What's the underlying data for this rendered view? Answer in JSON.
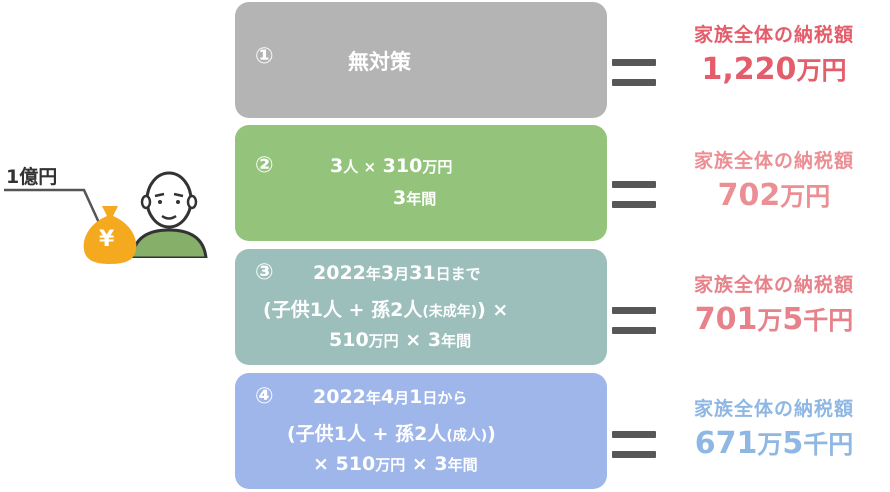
{
  "person": {
    "amount_label": "1億円",
    "bag_symbol": "¥"
  },
  "colors": {
    "box1": "#b4b4b4",
    "box2": "#94c47c",
    "box3": "#9cbfbc",
    "box4": "#9eb6ea",
    "result1": "#e35d6a",
    "result2": "#ec8f95",
    "result3": "#e7828a",
    "result4": "#8fb7e4",
    "equals": "#575757",
    "bag": "#f4a91f"
  },
  "options": [
    {
      "number": "①",
      "title": "無対策",
      "result_label": "家族全体の納税額",
      "result_value": "1,220",
      "result_unit": "万円"
    },
    {
      "number": "②",
      "line1_a": "3",
      "line1_b": "人 ×",
      "line1_c": " 310",
      "line1_d": "万円",
      "line2_a": "3",
      "line2_b": "年間",
      "result_label": "家族全体の納税額",
      "result_value": "702",
      "result_unit": "万円"
    },
    {
      "number": "③",
      "line1_a": "2022",
      "line1_b": "年",
      "line1_c": "3",
      "line1_d": "月",
      "line1_e": "31",
      "line1_f": "日まで",
      "line2_a": "(子供",
      "line2_b": "1",
      "line2_c": "人 + 孫",
      "line2_d": "2",
      "line2_e": "人",
      "line2_f": "(未成年)",
      "line2_g": ") ×",
      "line3_a": "510",
      "line3_b": "万円",
      "line3_c": " × ",
      "line3_d": "3",
      "line3_e": "年間",
      "result_label": "家族全体の納税額",
      "result_value_a": "701",
      "result_unit_a": "万",
      "result_value_b": "5",
      "result_unit_b": "千円"
    },
    {
      "number": "④",
      "line1_a": "2022",
      "line1_b": "年",
      "line1_c": "4",
      "line1_d": "月",
      "line1_e": "1",
      "line1_f": "日から",
      "line2_a": "(子供",
      "line2_b": "1",
      "line2_c": "人 + 孫",
      "line2_d": "2",
      "line2_e": "人",
      "line2_f": "(成人)",
      "line2_g": ")",
      "line3_a": "× ",
      "line3_b": "510",
      "line3_c": "万円",
      "line3_d": " ×  ",
      "line3_e": "3",
      "line3_f": "年間",
      "result_label": "家族全体の納税額",
      "result_value_a": "671",
      "result_unit_a": "万",
      "result_value_b": "5",
      "result_unit_b": "千円"
    }
  ]
}
